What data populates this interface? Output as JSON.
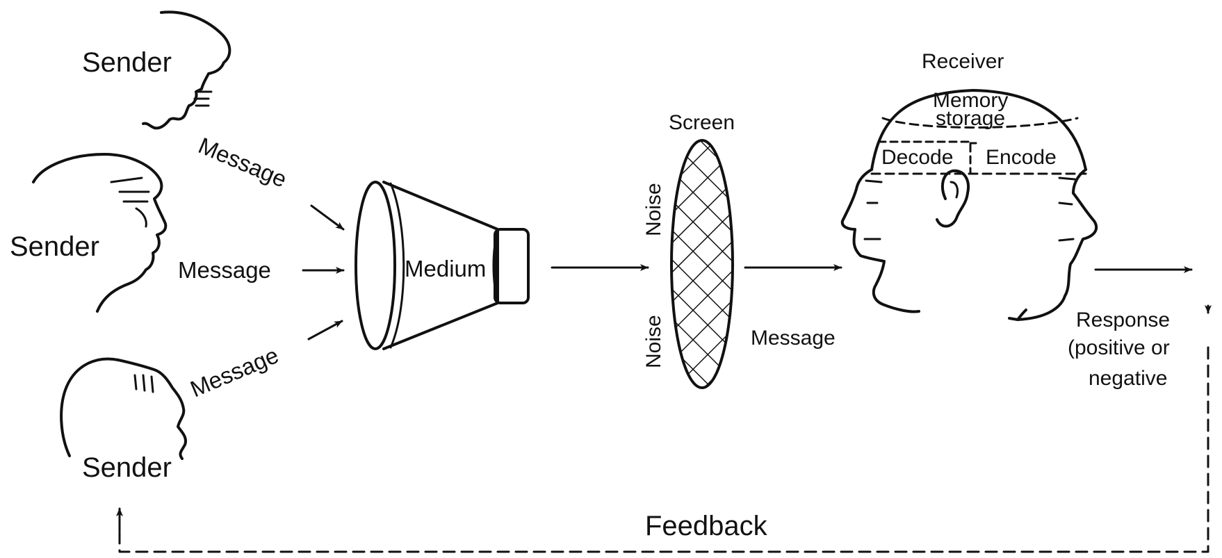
{
  "colors": {
    "ink": "#111111",
    "background": "#ffffff"
  },
  "labels": {
    "sender": "Sender",
    "message": "Message",
    "medium": "Medium",
    "noise": "Noise",
    "screen": "Screen",
    "receiver": "Receiver",
    "memory_line1": "Memory",
    "memory_line2": "storage",
    "decode": "Decode",
    "encode": "Encode",
    "response_line1": "Response",
    "response_line2": "(positive or",
    "response_line3": "negative",
    "feedback": "Feedback"
  },
  "icons": [
    "sender-head-icon",
    "megaphone-icon",
    "screen-mesh-icon",
    "receiver-head-icon",
    "arrow-icon"
  ]
}
